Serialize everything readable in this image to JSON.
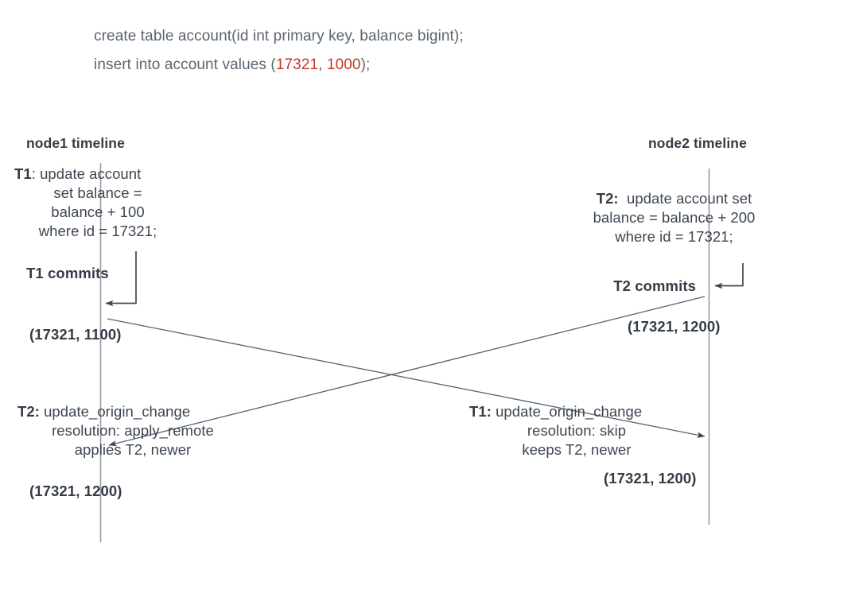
{
  "sql_header": {
    "line1": "create table account(id int primary key, balance bigint);",
    "line2_prefix": "insert into account values (",
    "line2_id": "17321",
    "line2_sep": ", ",
    "line2_balance": "1000",
    "line2_suffix": ");",
    "text_color": "#5a6570",
    "number_color": "#c0392b"
  },
  "timelines": {
    "left_title": "node1 timeline",
    "right_title": "node2 timeline"
  },
  "node1": {
    "stmt_t1": "T1",
    "stmt_t1_rest": ": update account",
    "stmt_line2": "set balance =",
    "stmt_line3": "balance + 100",
    "stmt_line4": "where id = 17321;",
    "commit_label": "T1 commits",
    "state_after_commit": "(17321, 1100)",
    "resolution_t2": "T2:",
    "resolution_line1_rest": " update_origin_change",
    "resolution_line2": "resolution: apply_remote",
    "resolution_line3": "applies T2, newer",
    "state_after_apply": "(17321, 1200)"
  },
  "node2": {
    "stmt_t2": "T2:",
    "stmt_line1_rest": "  update account set",
    "stmt_line2": "balance = balance + 200",
    "stmt_line3": "where id = 17321;",
    "commit_label": "T2 commits",
    "state_after_commit": "(17321, 1200)",
    "resolution_t1": "T1:",
    "resolution_line1_rest": " update_origin_change",
    "resolution_line2": "resolution: skip",
    "resolution_line3": "keeps T2, newer",
    "state_after_apply": "(17321, 1200)"
  },
  "style": {
    "line_color": "#9a9aa0",
    "arrow_color": "#3c4652"
  }
}
